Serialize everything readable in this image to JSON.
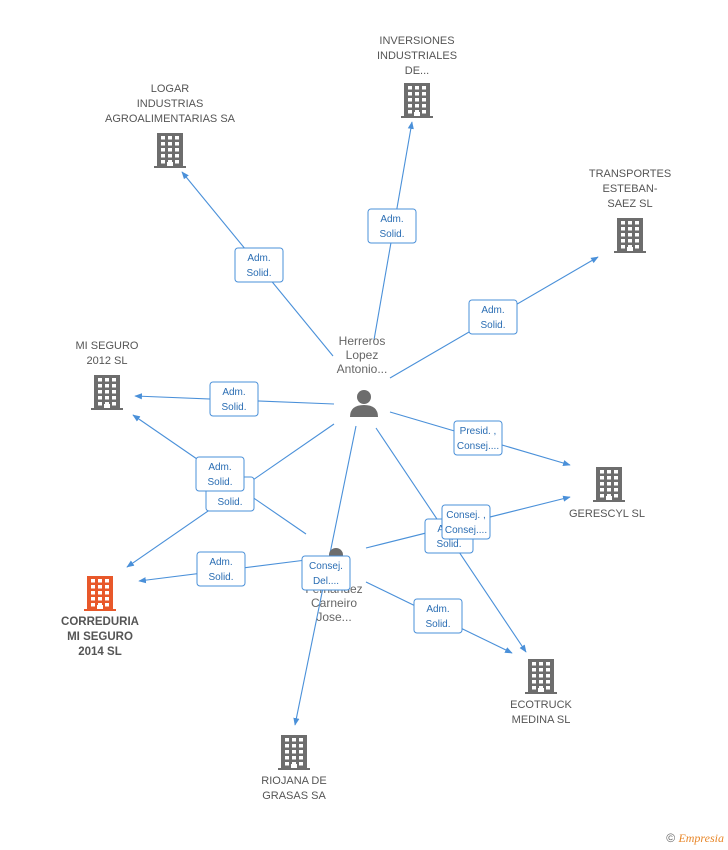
{
  "colors": {
    "edge": "#4a90d9",
    "building": "#6d6d6d",
    "highlight": "#e8582a",
    "person": "#6d6d6d"
  },
  "persons": [
    {
      "id": "p1",
      "lines": [
        "Herreros",
        "Lopez",
        "Antonio..."
      ]
    },
    {
      "id": "p2",
      "lines": [
        "Fernandez",
        "Carneiro",
        "Jose..."
      ]
    }
  ],
  "companies": [
    {
      "id": "c1",
      "lines": [
        "INVERSIONES",
        "INDUSTRIALES",
        "DE..."
      ],
      "highlight": false
    },
    {
      "id": "c2",
      "lines": [
        "LOGAR",
        "INDUSTRIAS",
        "AGROALIMENTARIAS SA"
      ],
      "highlight": false
    },
    {
      "id": "c3",
      "lines": [
        "TRANSPORTES",
        "ESTEBAN-",
        "SAEZ SL"
      ],
      "highlight": false
    },
    {
      "id": "c4",
      "lines": [
        "MI SEGURO",
        "2012 SL"
      ],
      "highlight": false
    },
    {
      "id": "c5",
      "lines": [
        "CORREDURIA",
        "MI SEGURO",
        "2014  SL"
      ],
      "highlight": true
    },
    {
      "id": "c6",
      "lines": [
        "GERESCYL SL"
      ],
      "highlight": false
    },
    {
      "id": "c7",
      "lines": [
        "ECOTRUCK",
        "MEDINA SL"
      ],
      "highlight": false
    },
    {
      "id": "c8",
      "lines": [
        "RIOJANA DE",
        "GRASAS SA"
      ],
      "highlight": false
    }
  ],
  "edges": [
    {
      "from": "p1",
      "to": "c2",
      "label": [
        "Adm.",
        "Solid."
      ]
    },
    {
      "from": "p1",
      "to": "c1",
      "label": [
        "Adm.",
        "Solid."
      ]
    },
    {
      "from": "p1",
      "to": "c3",
      "label": [
        "Adm.",
        "Solid."
      ]
    },
    {
      "from": "p1",
      "to": "c4",
      "label": [
        "Adm.",
        "Solid."
      ]
    },
    {
      "from": "p1",
      "to": "c5",
      "label": [
        "Adm.",
        "Solid."
      ]
    },
    {
      "from": "p1",
      "to": "c6",
      "label": [
        "Presid. ,",
        "Consej...."
      ]
    },
    {
      "from": "p1",
      "to": "c7",
      "label": [
        "Adm.",
        "Solid."
      ]
    },
    {
      "from": "p1",
      "to": "c8",
      "label": [
        "Consej.",
        "Del...."
      ]
    },
    {
      "from": "p2",
      "to": "c4",
      "label": [
        "Adm.",
        "Solid."
      ]
    },
    {
      "from": "p2",
      "to": "c5",
      "label": [
        "Adm.",
        "Solid."
      ]
    },
    {
      "from": "p2",
      "to": "c6",
      "label": [
        "Consej. ,",
        "Consej...."
      ]
    },
    {
      "from": "p2",
      "to": "c7",
      "label": [
        "Adm.",
        "Solid."
      ]
    }
  ],
  "footer": {
    "copyright": "©",
    "brand": "Empresia"
  }
}
